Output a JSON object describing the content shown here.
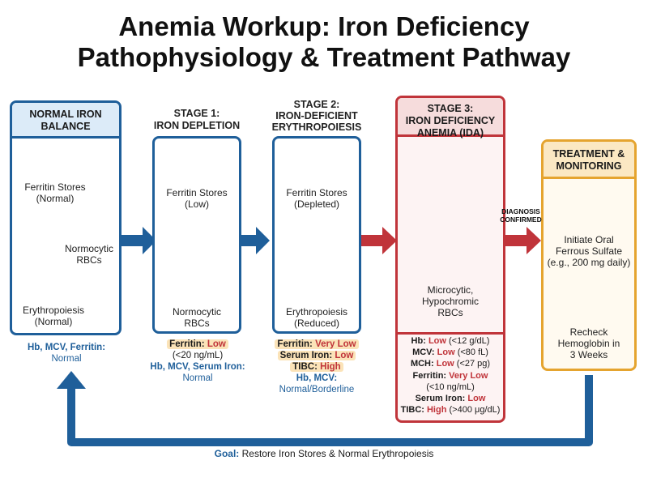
{
  "title": {
    "line1": "Anemia Workup: Iron Deficiency",
    "line2": "Pathophysiology & Treatment Pathway"
  },
  "panels": {
    "normal": {
      "header_line1": "NORMAL IRON",
      "header_line2": "BALANCE",
      "ferritin_line1": "Ferritin Stores",
      "ferritin_line2": "(Normal)",
      "rbc_line1": "Normocytic",
      "rbc_line2": "RBCs",
      "ery_line1": "Erythropoiesis",
      "ery_line2": "(Normal)",
      "below_line1": "Hb, MCV, Ferritin:",
      "below_line2": "Normal"
    },
    "stage1": {
      "header_line1": "STAGE 1:",
      "header_line2": "IRON DEPLETION",
      "ferritin_line1": "Ferritin Stores",
      "ferritin_line2": "(Low)",
      "rbc_line1": "Normocytic",
      "rbc_line2": "RBCs",
      "below_ferritin_label": "Ferritin:",
      "below_ferritin_value": "Low",
      "below_ferritin_range": "(<20 ng/mL)",
      "below_line3": "Hb, MCV, Serum Iron:",
      "below_line4": "Normal"
    },
    "stage2": {
      "header_line1": "STAGE 2:",
      "header_line2": "IRON-DEFICIENT",
      "header_line3": "ERYTHROPOIESIS",
      "ferritin_line1": "Ferritin Stores",
      "ferritin_line2": "(Depleted)",
      "ery_line1": "Erythropoiesis",
      "ery_line2": "(Reduced)",
      "below_ferritin_label": "Ferritin:",
      "below_ferritin_value": "Very Low",
      "below_iron_label": "Serum Iron:",
      "below_iron_value": "Low",
      "below_tibc_label": "TIBC:",
      "below_tibc_value": "High",
      "below_line4": "Hb, MCV:",
      "below_line5": "Normal/Borderline"
    },
    "stage3": {
      "header_line1": "STAGE 3:",
      "header_line2": "IRON DEFICIENCY",
      "header_line3": "ANEMIA (IDA)",
      "rbc_line1": "Microcytic,",
      "rbc_line2": "Hypochromic",
      "rbc_line3": "RBCs",
      "labs": [
        {
          "label": "Hb:",
          "value": "Low",
          "range": "(<12 g/dL)"
        },
        {
          "label": "MCV:",
          "value": "Low",
          "range": "(<80 fL)"
        },
        {
          "label": "MCH:",
          "value": "Low",
          "range": "(<27 pg)"
        },
        {
          "label": "Ferritin:",
          "value": "Very Low",
          "range": ""
        },
        {
          "label": "",
          "value": "",
          "range": "(<10 ng/mL)"
        },
        {
          "label": "Serum Iron:",
          "value": "Low",
          "range": ""
        },
        {
          "label": "TIBC:",
          "value": "High",
          "range": "(>400 μg/dL)"
        }
      ]
    },
    "treatment": {
      "header_line1": "TREATMENT &",
      "header_line2": "MONITORING",
      "oral_line1": "Initiate Oral",
      "oral_line2": "Ferrous Sulfate",
      "oral_line3": "(e.g., 200 mg daily)",
      "recheck_line1": "Recheck",
      "recheck_line2": "Hemoglobin in",
      "recheck_line3": "3 Weeks"
    }
  },
  "arrow_label": {
    "line1": "DIAGNOSIS",
    "line2": "CONFIRMED"
  },
  "goal": {
    "label": "Goal:",
    "text": " Restore Iron Stores & Normal Erythropoiesis"
  },
  "colors": {
    "blue": "#1f5f9a",
    "red": "#c0343a",
    "orange": "#e5a42f",
    "liver": "#b5474b",
    "bone": "#f3e3c8"
  }
}
